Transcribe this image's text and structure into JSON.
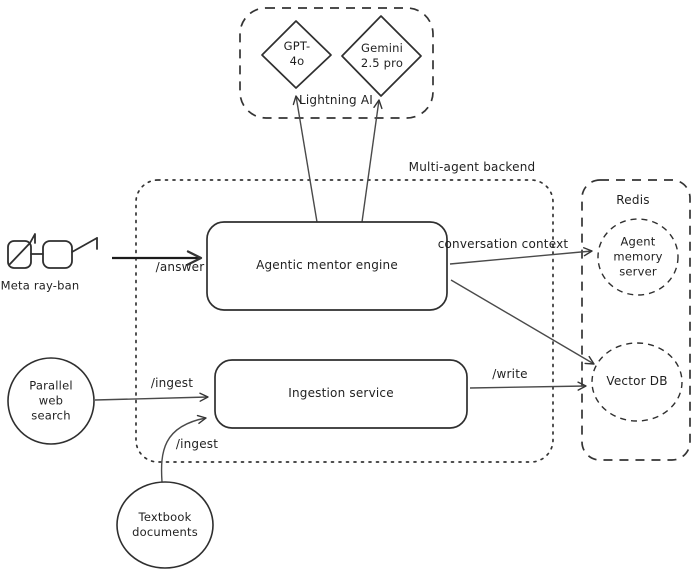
{
  "diagram": {
    "colors": {
      "background": "#ffffff",
      "stroke": "#343434",
      "bold_stroke": "#111111",
      "text": "#1f1f1f"
    },
    "groups": {
      "lightning_ai": {
        "label": "Lightning AI",
        "border": "dashed"
      },
      "multi_agent_backend": {
        "label": "Multi-agent backend",
        "border": "dotted"
      },
      "redis": {
        "label": "Redis",
        "border": "dashed"
      }
    },
    "nodes": {
      "gpt4o": {
        "label": "GPT-\n4o",
        "shape": "diamond"
      },
      "gemini": {
        "label": "Gemini\n2.5 pro",
        "shape": "diamond"
      },
      "mentor_engine": {
        "label": "Agentic mentor engine",
        "shape": "rounded-rect"
      },
      "ingestion_service": {
        "label": "Ingestion service",
        "shape": "rounded-rect"
      },
      "agent_memory_server": {
        "label": "Agent\nmemory\nserver",
        "shape": "dashed-circle"
      },
      "vector_db": {
        "label": "Vector DB",
        "shape": "dashed-circle"
      },
      "meta_rayban": {
        "label": "Meta ray-ban",
        "shape": "glasses-icon"
      },
      "parallel_web_search": {
        "label": "Parallel\nweb\nsearch",
        "shape": "circle"
      },
      "textbook_documents": {
        "label": "Textbook\ndocuments",
        "shape": "circle"
      }
    },
    "edges": {
      "answer": {
        "label": "/answer",
        "from": "meta_rayban",
        "to": "mentor_engine"
      },
      "mentor_to_gpt4o": {
        "label": "",
        "from": "mentor_engine",
        "to": "gpt4o"
      },
      "mentor_to_gemini": {
        "label": "",
        "from": "mentor_engine",
        "to": "gemini"
      },
      "conversation_context": {
        "label": "conversation context",
        "from": "mentor_engine",
        "to": "agent_memory_server"
      },
      "mentor_to_vector_db": {
        "label": "",
        "from": "mentor_engine",
        "to": "vector_db"
      },
      "ingest_web": {
        "label": "/ingest",
        "from": "parallel_web_search",
        "to": "ingestion_service"
      },
      "ingest_docs": {
        "label": "/ingest",
        "from": "textbook_documents",
        "to": "ingestion_service"
      },
      "write": {
        "label": "/write",
        "from": "ingestion_service",
        "to": "vector_db"
      }
    }
  }
}
